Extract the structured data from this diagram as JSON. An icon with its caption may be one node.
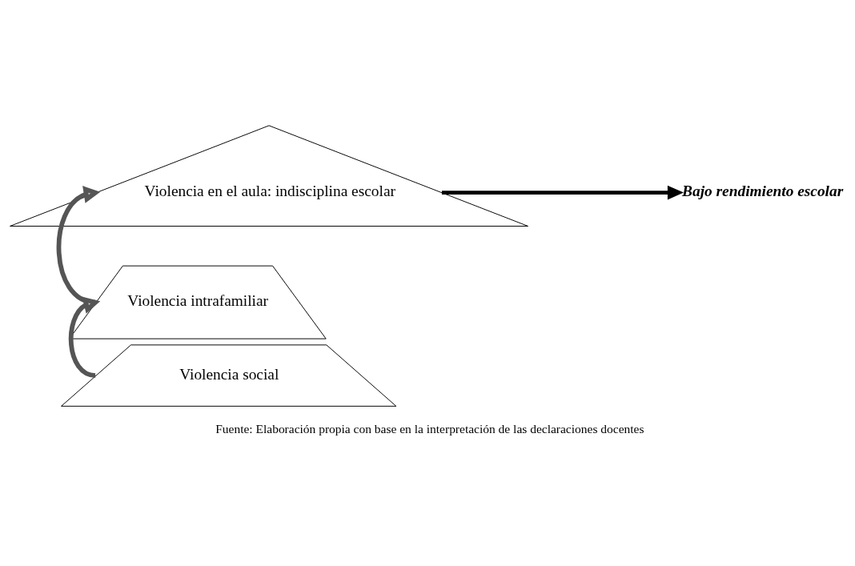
{
  "diagram": {
    "caption": "Fuente: Elaboración propia con base en la interpretación de las declaraciones docentes",
    "nodes": [
      {
        "text": [
          "Violencia en el aula: indisciplina escolar"
        ]
      },
      {
        "text": [
          "Violencia intrafamiliar"
        ]
      },
      {
        "text": [
          "Violencia social"
        ]
      },
      {
        "text": [
          "Bajo rendimiento escolar"
        ]
      }
    ],
    "edges": [
      {
        "from": 2,
        "to": 1,
        "arrow": "to"
      },
      {
        "from": 1,
        "to": 0,
        "arrow": "to"
      },
      {
        "from": 0,
        "to": 3,
        "arrow": "to"
      }
    ]
  }
}
